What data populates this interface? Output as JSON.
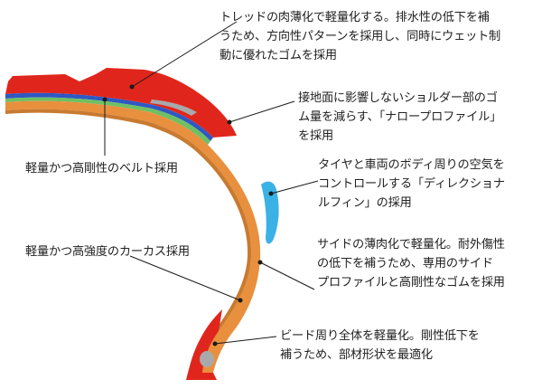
{
  "annotations": {
    "tread": {
      "lines": [
        "トレッドの肉薄化で軽量化する。排水性の低下を補",
        "うため、方向性パターンを採用し、同時にウェット制",
        "動に優れたゴムを採用"
      ]
    },
    "shoulder": {
      "lines": [
        "接地面に影響しないショルダー部のゴ",
        "ム量を減らす、「ナロープロファイル」",
        "を採用"
      ]
    },
    "fin": {
      "lines": [
        "タイヤと車両のボディ周りの空気を",
        "コントロールする「ディレクショナ",
        "ルフィン」の採用"
      ]
    },
    "sidewall": {
      "lines": [
        "サイドの薄肉化で軽量化。耐外傷性",
        "の低下を補うため、専用のサイド",
        "プロファイルと高剛性なゴムを採用"
      ]
    },
    "bead": {
      "lines": [
        "ビード周り全体を軽量化。剛性低下を",
        "補うため、部材形状を最適化"
      ]
    },
    "belt": {
      "lines": [
        "軽量かつ高剛性のベルト採用"
      ]
    },
    "carcass": {
      "lines": [
        "軽量かつ高強度のカーカス採用"
      ]
    }
  },
  "colors": {
    "tread_rubber": "#e0261c",
    "belt_blue": "#2e58c4",
    "belt_green": "#6ec063",
    "carcass_orange": "#e8903e",
    "inner_liner": "#c87a30",
    "fin_cyan": "#3bb2e6",
    "bead_gray": "#a9a9a9",
    "leader_line": "#1a1a1a"
  }
}
